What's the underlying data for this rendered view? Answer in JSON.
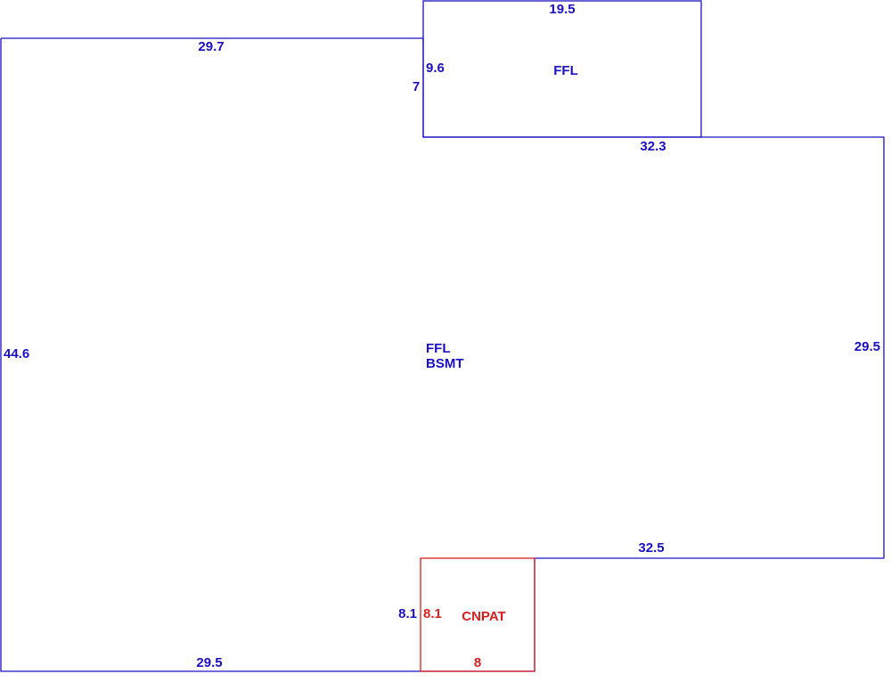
{
  "colors": {
    "main": "#1a10c4",
    "patio": "#d81e1e",
    "background": "#ffffff"
  },
  "dimensions": {
    "top_box_top": "19.5",
    "left_top": "29.7",
    "top_box_left_outer": "7",
    "top_box_left_inner": "9.6",
    "mid_right_top": "32.3",
    "left_side": "44.6",
    "right_side": "29.5",
    "bottom_right": "32.5",
    "bottom_left": "29.5",
    "patio_left_outer": "8.1",
    "patio_left_inner": "8.1",
    "patio_bottom": "8"
  },
  "labels": {
    "top_box": "FFL",
    "main_line1": "FFL",
    "main_line2": "BSMT",
    "patio": "CNPAT"
  }
}
